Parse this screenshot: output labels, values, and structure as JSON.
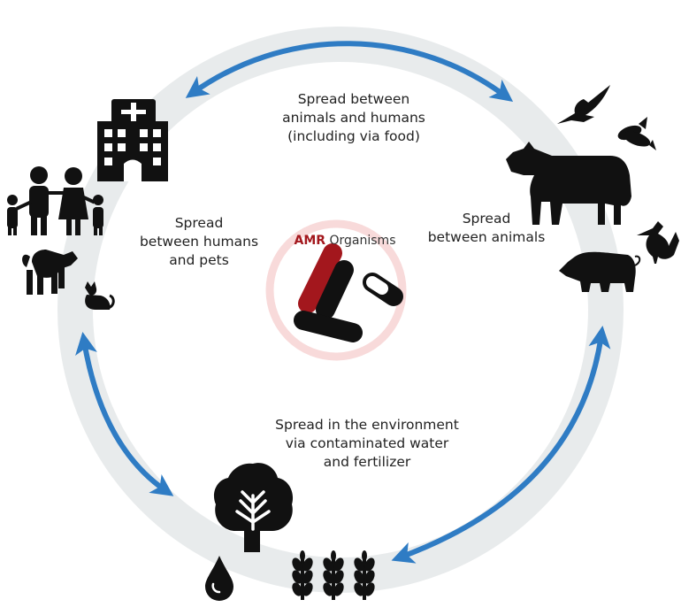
{
  "center": {
    "acronym": "AMR",
    "word": "Organisms"
  },
  "labels": {
    "top": [
      "Spread between",
      "animals and humans",
      "(including via food)"
    ],
    "left": [
      "Spread",
      "between humans",
      "and pets"
    ],
    "right": [
      "Spread",
      "between animals"
    ],
    "bottom": [
      "Spread in the environment",
      "via contaminated water",
      "and fertilizer"
    ]
  },
  "colors": {
    "ring": "#e8ebec",
    "arrow": "#2f7cc4",
    "center_ring": "#f8dada",
    "bacteria_red": "#a3171d",
    "icon": "#111111"
  },
  "icons": [
    "hospital-icon",
    "family-icon",
    "dog-icon",
    "cat-icon",
    "eagle-icon",
    "fish-icon",
    "cow-icon",
    "rooster-icon",
    "pig-icon",
    "tree-icon",
    "water-drop-icon",
    "wheat-icon",
    "bacteria-icon",
    "capsule-icon"
  ]
}
